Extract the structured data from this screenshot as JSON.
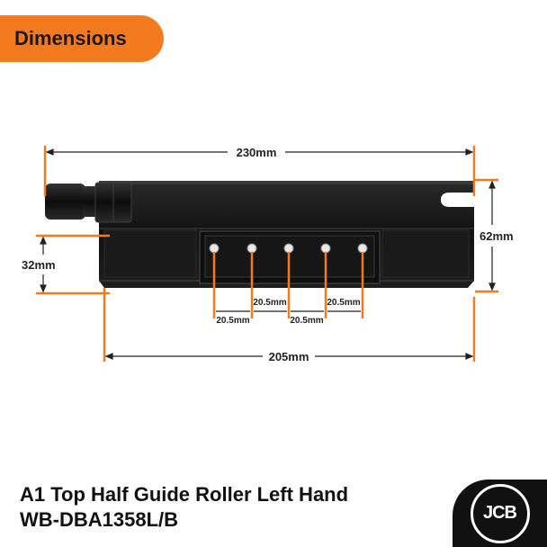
{
  "badge": {
    "label": "Dimensions"
  },
  "dimensions": {
    "overall_length": "230mm",
    "height": "62mm",
    "slot_height": "32mm",
    "base_length": "205mm",
    "spacing_1": "20.5mm",
    "spacing_2": "20.5mm",
    "spacing_3": "20.5mm",
    "spacing_4": "20.5mm"
  },
  "product": {
    "title_line1": "A1 Top Half Guide Roller Left Hand",
    "title_line2": "WB-DBA1358L/B"
  },
  "brand": {
    "logo_text": "JCB"
  },
  "colors": {
    "accent": "#f47a20",
    "part": "#141414",
    "text": "#111111"
  }
}
